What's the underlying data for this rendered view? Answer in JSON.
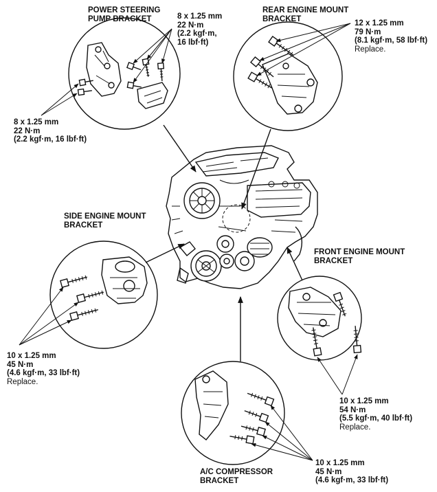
{
  "labels": {
    "ps_bracket": [
      "POWER STEERING",
      "PUMP BRACKET"
    ],
    "ps_torque_top": [
      "8 x 1.25 mm",
      "22 N·m",
      "(2.2 kgf·m,",
      "16 lbf·ft)"
    ],
    "ps_torque_left": [
      "8 x 1.25 mm",
      "22 N·m",
      "(2.2 kgf·m, 16 lbf·ft)"
    ],
    "rear_bracket": [
      "REAR ENGINE MOUNT",
      "BRACKET"
    ],
    "rear_torque": [
      "12 x 1.25 mm",
      "79 N·m",
      "(8.1 kgf·m, 58 lbf·ft)",
      "Replace."
    ],
    "side_bracket": [
      "SIDE ENGINE MOUNT",
      "BRACKET"
    ],
    "side_torque": [
      "10 x 1.25 mm",
      "45 N·m",
      "(4.6 kgf·m, 33 lbf·ft)",
      "Replace."
    ],
    "front_bracket": [
      "FRONT ENGINE MOUNT",
      "BRACKET"
    ],
    "front_torque": [
      "10 x 1.25 mm",
      "54 N·m",
      "(5.5 kgf·m, 40 lbf·ft)",
      "Replace."
    ],
    "ac_bracket": [
      "A/C COMPRESSOR",
      "BRACKET"
    ],
    "ac_torque": [
      "10 x 1.25 mm",
      "45 N·m",
      "(4.6 kgf·m, 33 lbf·ft)"
    ]
  },
  "icons": {
    "engine": "engine-block-illustration",
    "bolt": "hex-flange-bolt"
  }
}
